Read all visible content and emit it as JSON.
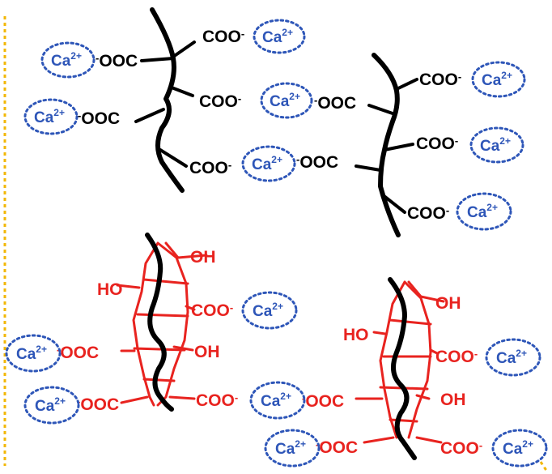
{
  "labels": {
    "coo": "COO",
    "coo_charge": "-",
    "ooc": "OOC",
    "ooc_charge": "-",
    "oh": "OH",
    "ho": "HO",
    "ca": "Ca",
    "ca_charge": "2+"
  },
  "colors": {
    "chain": "#000000",
    "substituent": "#e8231f",
    "ion": "#2e56b8",
    "border": "#f2b705"
  }
}
